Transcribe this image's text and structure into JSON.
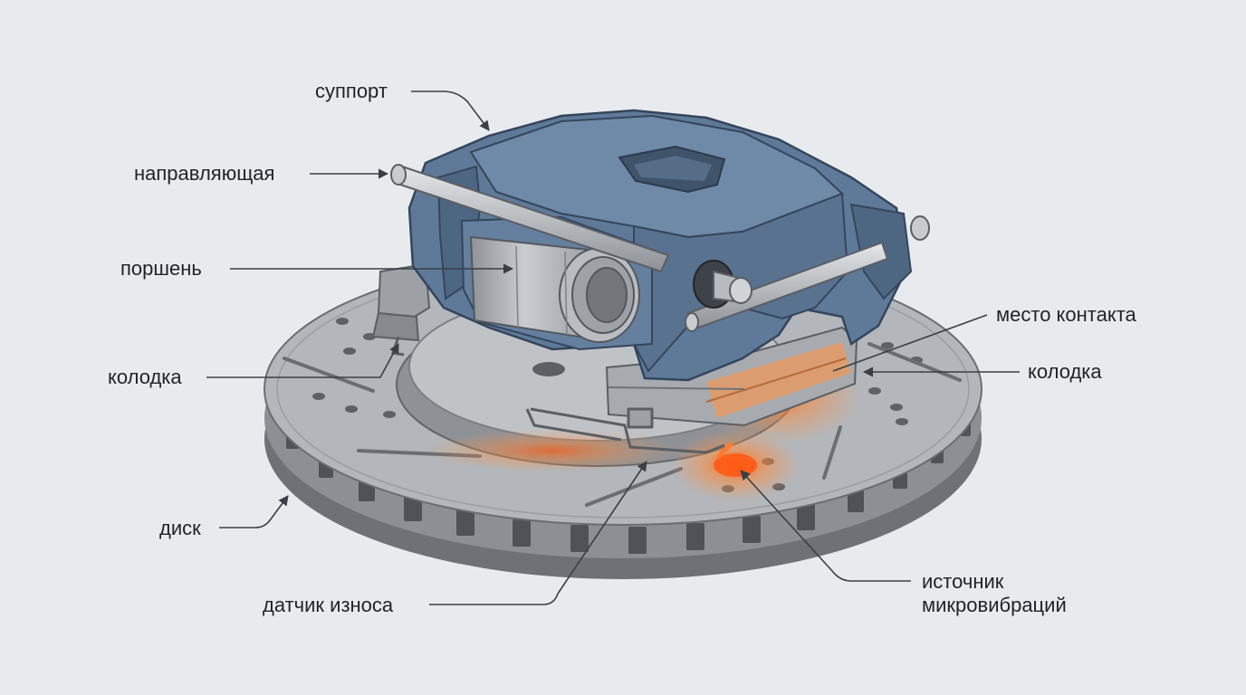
{
  "labels": {
    "caliper": "суппорт",
    "guide_pin": "направляющая",
    "piston": "поршень",
    "pad_left": "колодка",
    "disc": "диск",
    "wear_sensor": "датчик износа",
    "contact_point": "место контакта",
    "pad_right": "колодка",
    "vibration_source_line1": "источник",
    "vibration_source_line2": "микровибраций"
  },
  "colors": {
    "background": "#e8ebee",
    "caliper": "#5f7a98",
    "caliper_dark": "#465d78",
    "disc": "#a9acb0",
    "disc_dark": "#7a7e83",
    "piston": "#b8bcc0",
    "highlight": "#ff7a2e",
    "leader": "#3a3f45"
  }
}
